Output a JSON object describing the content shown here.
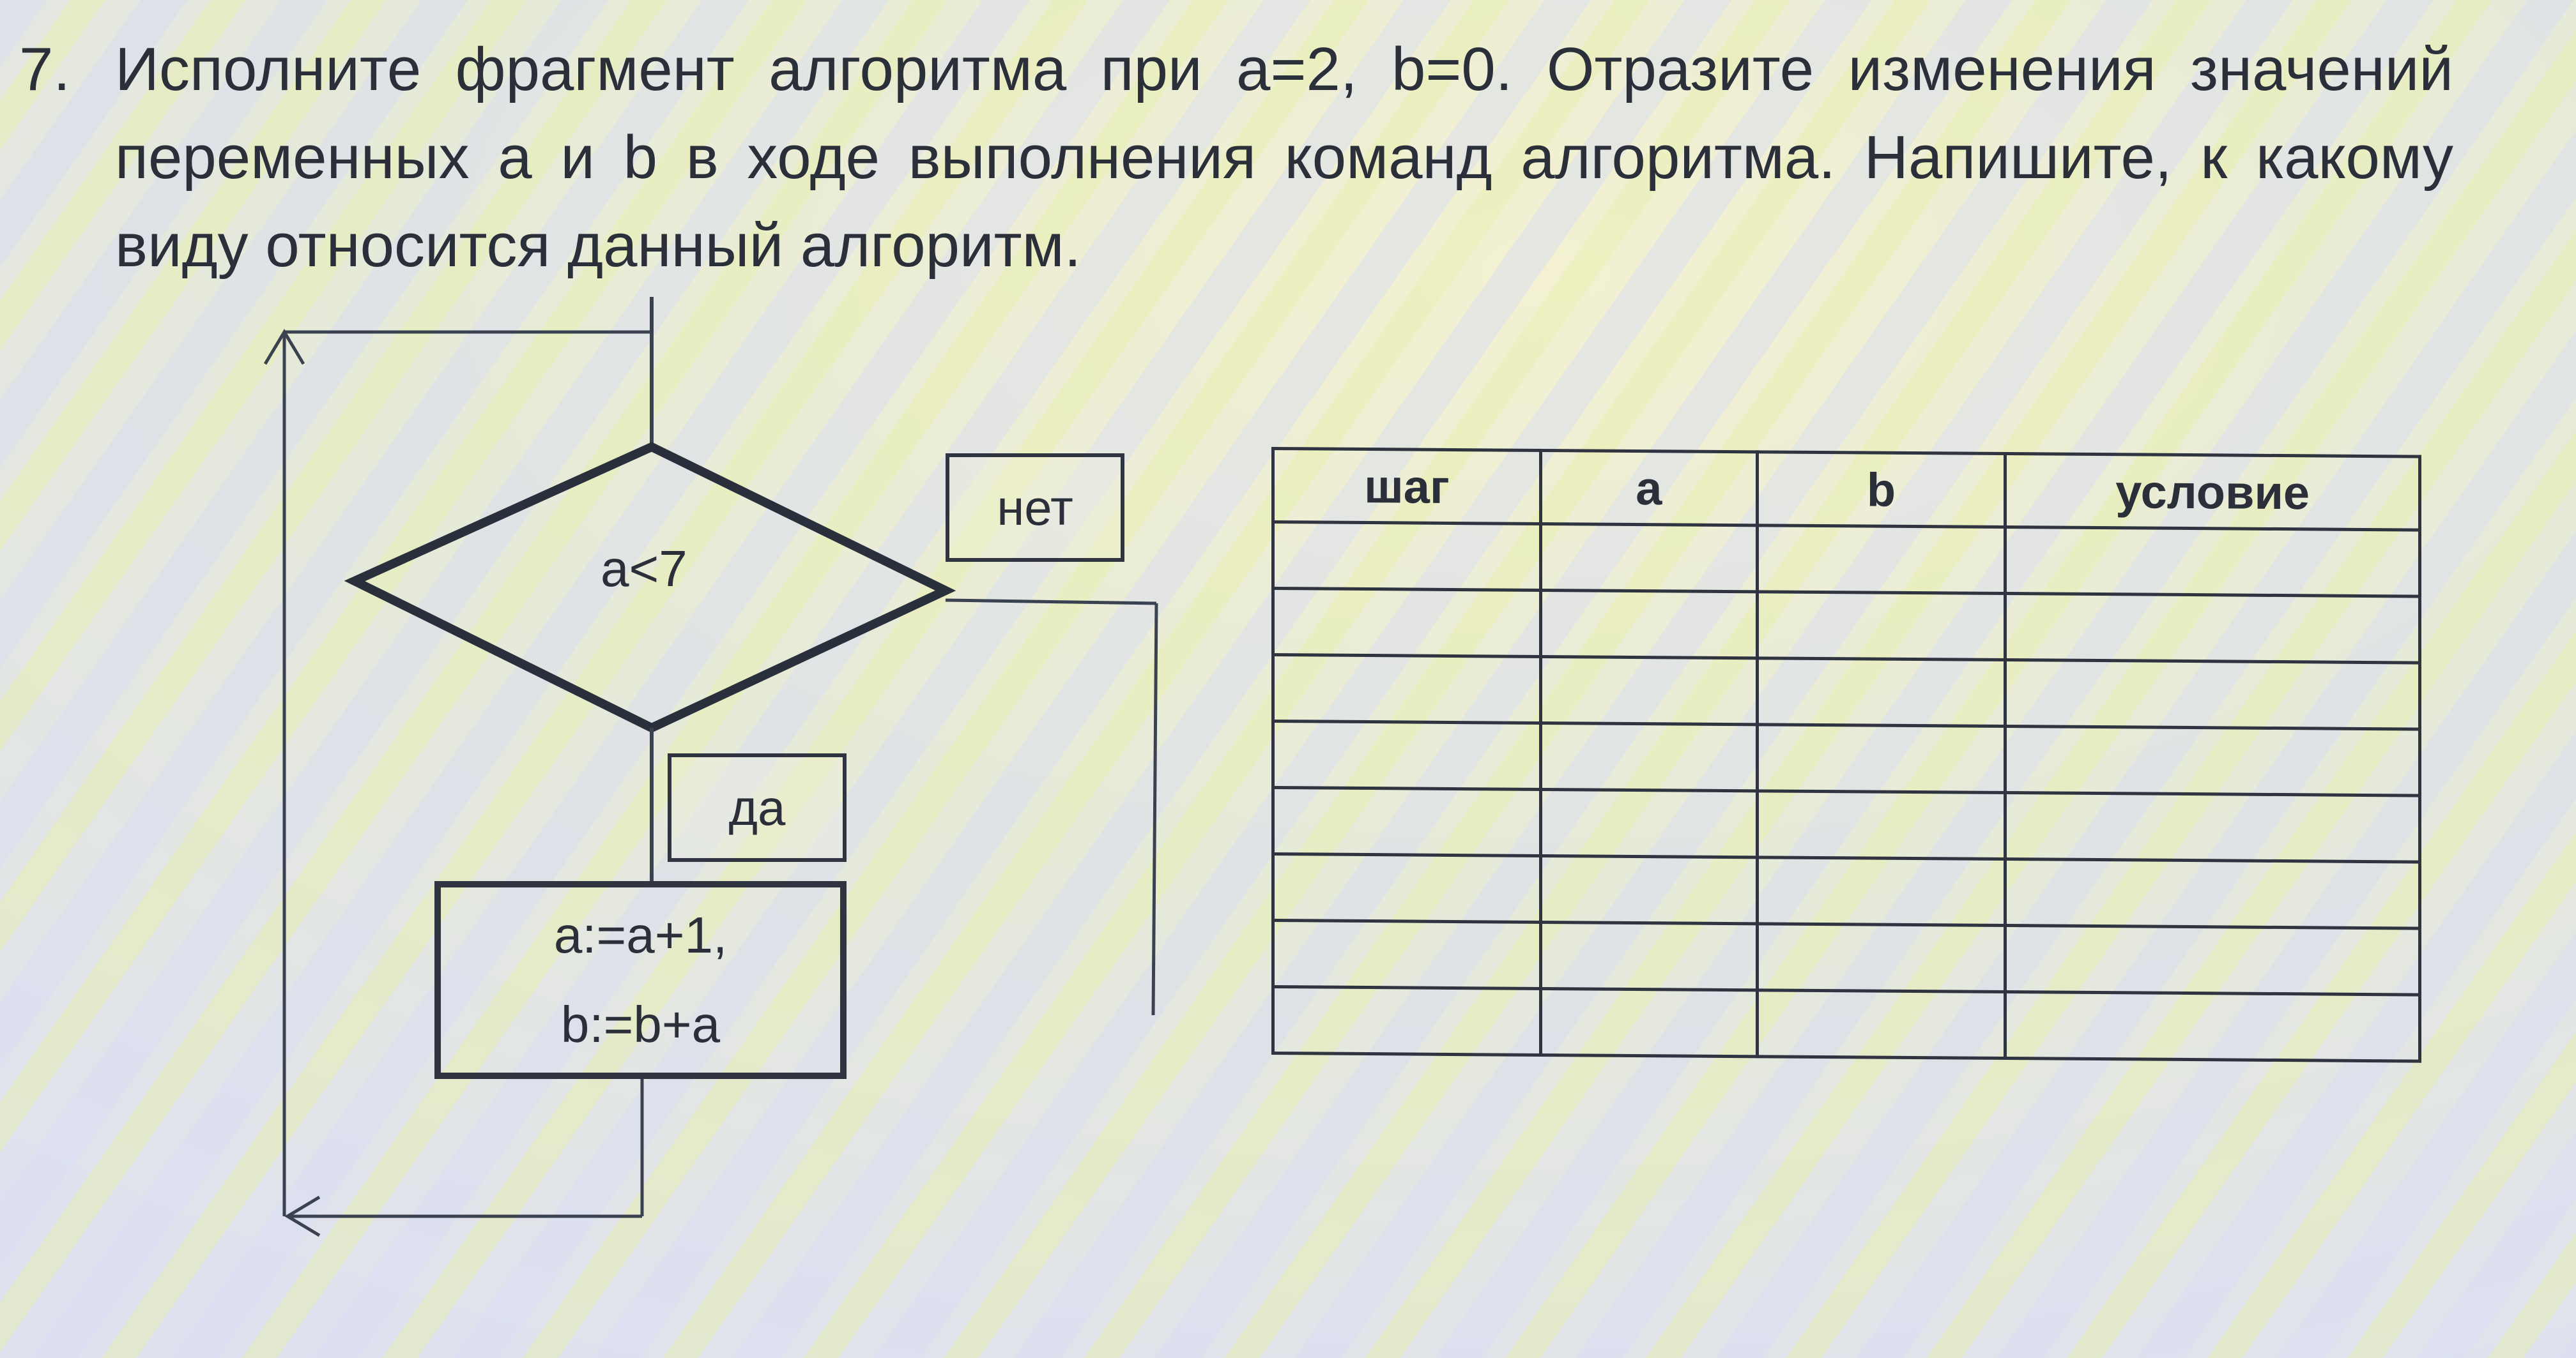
{
  "task": {
    "number": "7.",
    "text": "Исполните фрагмент алгоритма при а=2, b=0. Отразите изменения значений переменных а и b в ходе выполнения команд алгоритма. Напишите, к какому виду относится данный алгоритм."
  },
  "flowchart": {
    "condition": "a<7",
    "no_label": "нет",
    "yes_label": "да",
    "action_line1": "a:=a+1,",
    "action_line2": "b:=b+a"
  },
  "table": {
    "headers": [
      "шаг",
      "a",
      "b",
      "условие"
    ],
    "empty_rows": 8
  }
}
